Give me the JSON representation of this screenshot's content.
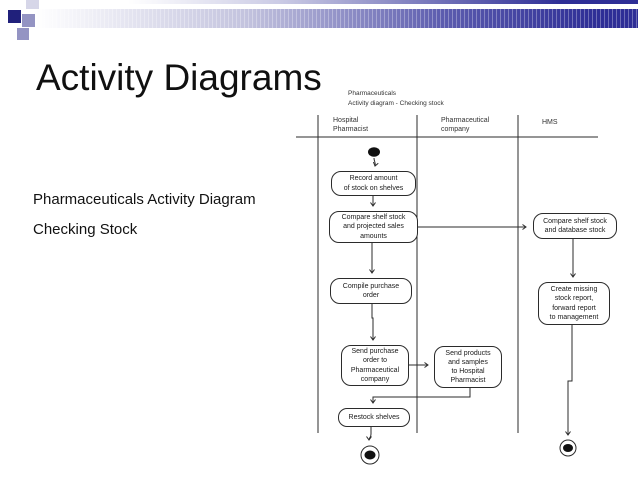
{
  "slide": {
    "title": "Activity Diagrams",
    "caption_lines": [
      "Pharmaceuticals Activity Diagram",
      "Checking Stock"
    ]
  },
  "diagram": {
    "header": "Pharmaceuticals\nActivity diagram - Checking stock",
    "lanes": [
      {
        "label": "Hospital\nPharmacist"
      },
      {
        "label": "Pharmaceutical\ncompany"
      },
      {
        "label": "HMS"
      }
    ],
    "activities": [
      {
        "label": "Record amount\nof stock on shelves"
      },
      {
        "label": "Compare shelf stock\nand projected sales\namounts"
      },
      {
        "label": "Compile purchase\norder"
      },
      {
        "label": "Send purchase\norder to\nPharmaceutical\ncompany"
      },
      {
        "label": "Send products\nand samples\nto Hospital\nPharmacist"
      },
      {
        "label": "Restock shelves"
      },
      {
        "label": "Compare shelf stock\nand database stock"
      },
      {
        "label": "Create missing\nstock report,\nforward report\nto management"
      }
    ],
    "node_icons": [
      "start-node-filled-circle",
      "end-node-bullseye-pharmacist",
      "end-node-bullseye-hms"
    ]
  },
  "colors": {
    "bar_navy": "#2e2e96",
    "square_dark": "#20207b",
    "square_medium": "#9494c3",
    "square_light": "#d6d6e8",
    "line": "#2b2b2b"
  }
}
